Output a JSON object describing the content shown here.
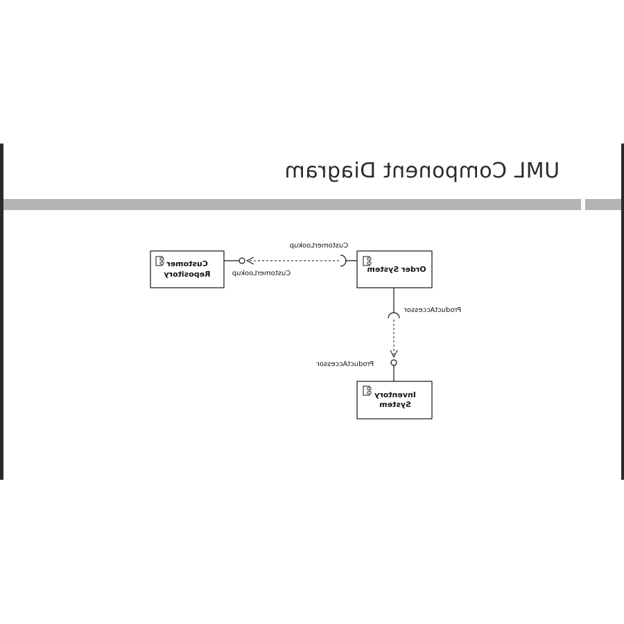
{
  "slide": {
    "title": "UML Component Diagram"
  },
  "diagram": {
    "components": {
      "customer_repository": {
        "line1": "Customer",
        "line2": "Repository"
      },
      "order_system": {
        "line1": "Order System"
      },
      "inventory_system": {
        "line1": "Inventory",
        "line2": "System"
      }
    },
    "interfaces": {
      "customer_lookup_required": "CustomerLookup",
      "customer_lookup_provided": "CustomerLookup",
      "product_accessor_required": "ProductAccessor",
      "product_accessor_provided": "ProductAccessor"
    }
  },
  "colors": {
    "header_bar": "#b4b4b4",
    "frame_edge": "#2a2a2a",
    "line": "#111111"
  }
}
